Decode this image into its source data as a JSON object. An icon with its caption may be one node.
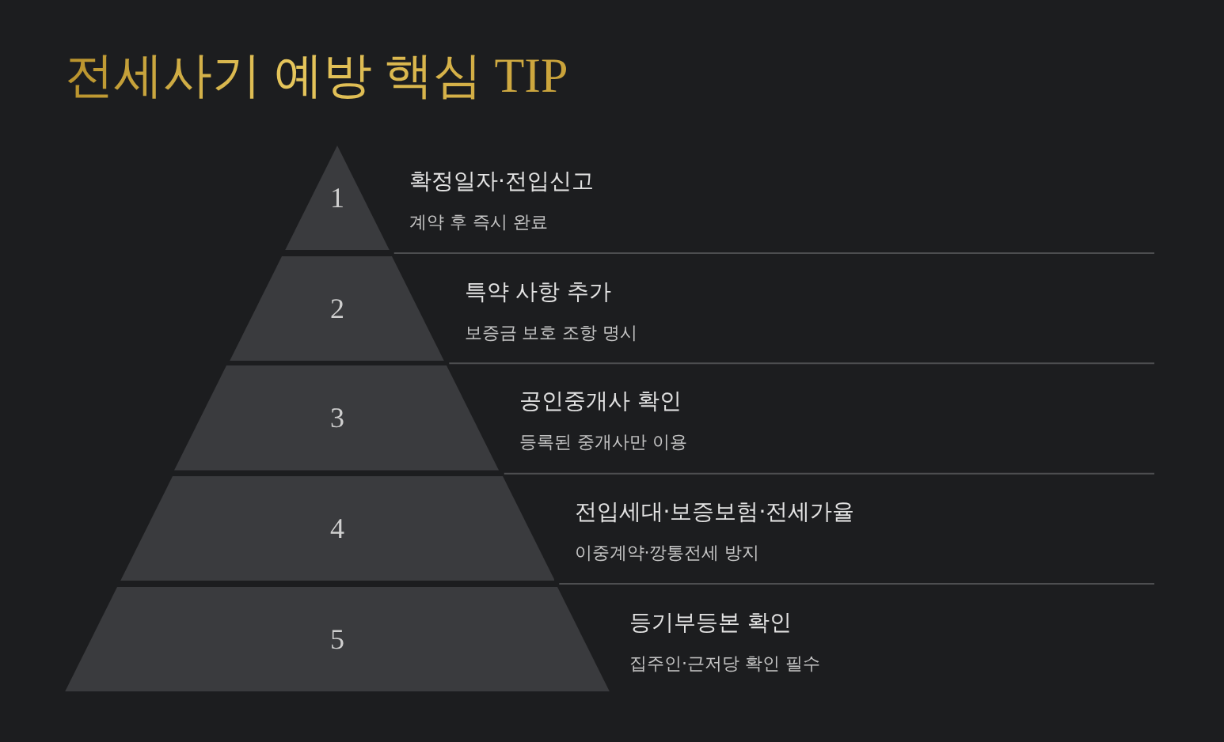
{
  "diagram": {
    "title": "전세사기 예방 핵심 TIP",
    "nodes": [
      {
        "text": [
          "1"
        ],
        "beside": [
          "확정일자·전입신고",
          "계약 후 즉시 완료"
        ]
      },
      {
        "text": [
          "2"
        ],
        "beside": [
          "특약 사항 추가",
          "보증금 보호 조항 명시"
        ]
      },
      {
        "text": [
          "3"
        ],
        "beside": [
          "공인중개사 확인",
          "등록된 중개사만 이용"
        ]
      },
      {
        "text": [
          "4"
        ],
        "beside": [
          "전입세대·보증보험·전세가율",
          "이중계약·깡통전세 방지"
        ]
      },
      {
        "text": [
          "5"
        ],
        "beside": [
          "등기부등본 확인",
          "집주인·근저당 확인 필수"
        ]
      }
    ]
  }
}
